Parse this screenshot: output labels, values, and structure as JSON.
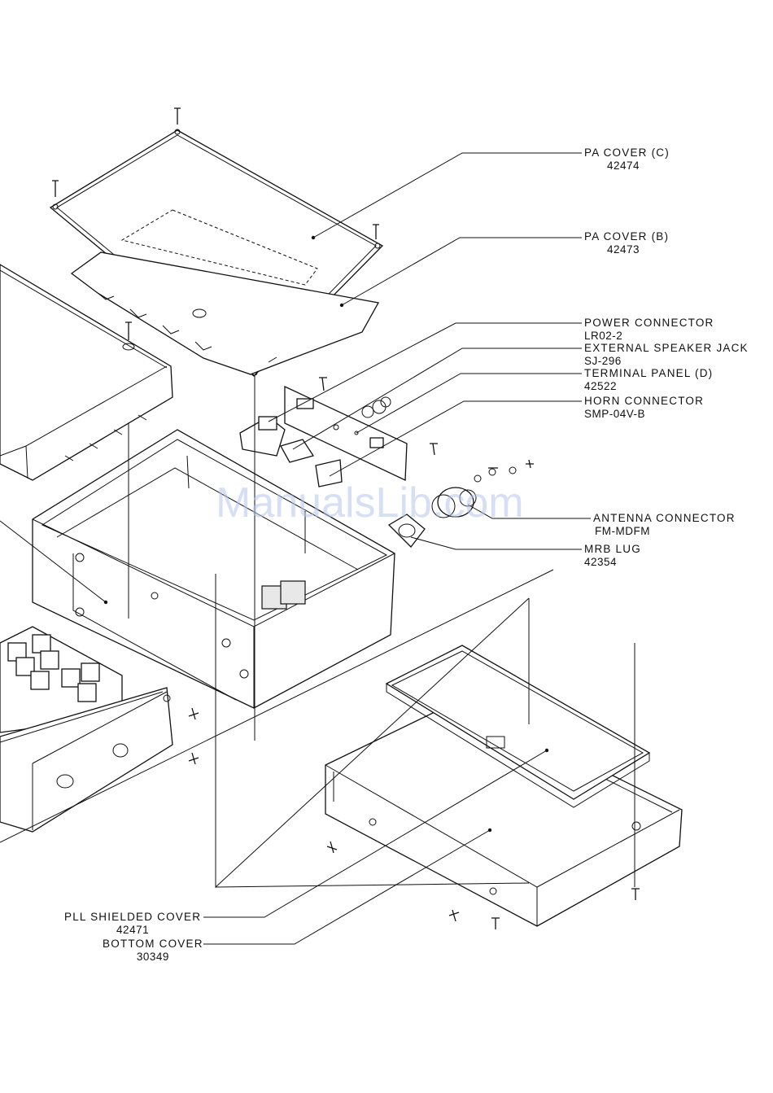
{
  "watermark": "ManualsLib.com",
  "parts": [
    {
      "id": "pa-cover-c",
      "name": "PA COVER (C)",
      "code": "42474"
    },
    {
      "id": "pa-cover-b",
      "name": "PA COVER (B)",
      "code": "42473"
    },
    {
      "id": "power-connector",
      "name": "POWER CONNECTOR",
      "code": "LR02-2"
    },
    {
      "id": "external-speaker-jack",
      "name": "EXTERNAL SPEAKER JACK",
      "code": "SJ-296"
    },
    {
      "id": "terminal-panel-d",
      "name": "TERMINAL PANEL (D)",
      "code": "42522"
    },
    {
      "id": "horn-connector",
      "name": "HORN CONNECTOR",
      "code": "SMP-04V-B"
    },
    {
      "id": "antenna-connector",
      "name": "ANTENNA CONNECTOR",
      "code": "FM-MDFM"
    },
    {
      "id": "mrb-lug",
      "name": "MRB LUG",
      "code": "42354"
    },
    {
      "id": "pll-shielded-cover",
      "name": "PLL SHIELDED COVER",
      "code": "42471"
    },
    {
      "id": "bottom-cover",
      "name": "BOTTOM COVER",
      "code": "30349"
    }
  ]
}
